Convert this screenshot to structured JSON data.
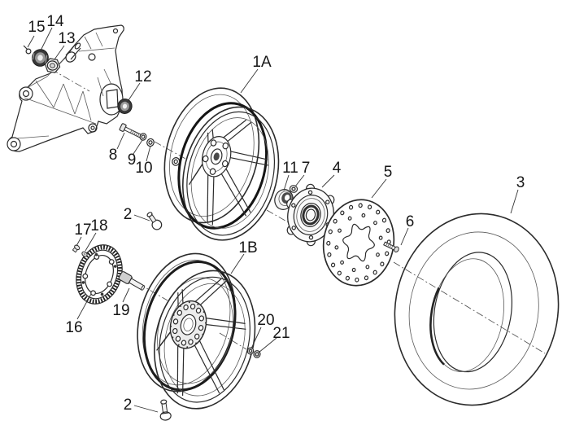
{
  "colors": {
    "background": "#ffffff",
    "line": "#2b2b2b",
    "dark_part": "#383838"
  },
  "callouts": {
    "n15": "15",
    "n14": "14",
    "n13": "13",
    "n12": "12",
    "n8": "8",
    "n9": "9",
    "n10": "10",
    "valve_top": "2",
    "wheel_front": "1A",
    "n11": "11",
    "n7": "7",
    "hub": "4",
    "disc": "5",
    "n6": "6",
    "tire": "3",
    "n17": "17",
    "n18": "18",
    "tone_ring": "16",
    "n19": "19",
    "wheel_rear": "1B",
    "n20": "20",
    "n21": "21",
    "valve_bottom": "2"
  }
}
